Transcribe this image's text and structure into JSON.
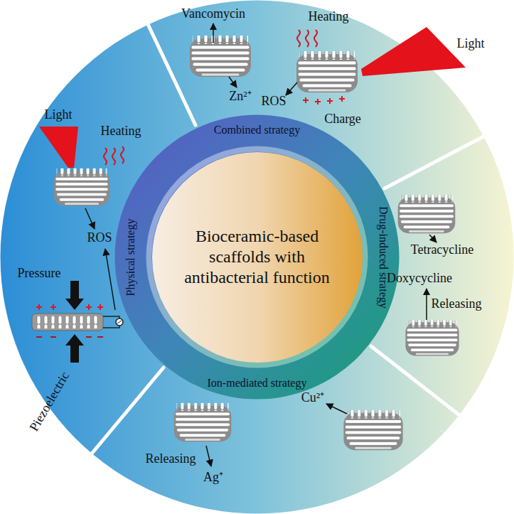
{
  "diagram": {
    "nodes": [
      {
        "text": [
          "Bioceramic-based scaffolds with antibacterial function"
        ]
      }
    ],
    "labels": [
      "Vancomycin",
      "Zn²⁺",
      "Heating",
      "Light",
      "ROS",
      "Charge",
      "Tetracycline",
      "Doxycycline",
      "Releasing",
      "Cu²⁺",
      "Releasing",
      "Ag⁺",
      "Light",
      "Heating",
      "ROS",
      "Pressure",
      "Piezoelectric",
      "Combined strategy",
      "Drug-induced strategy",
      "Ion-mediated strategy",
      "Physical strategy"
    ]
  }
}
